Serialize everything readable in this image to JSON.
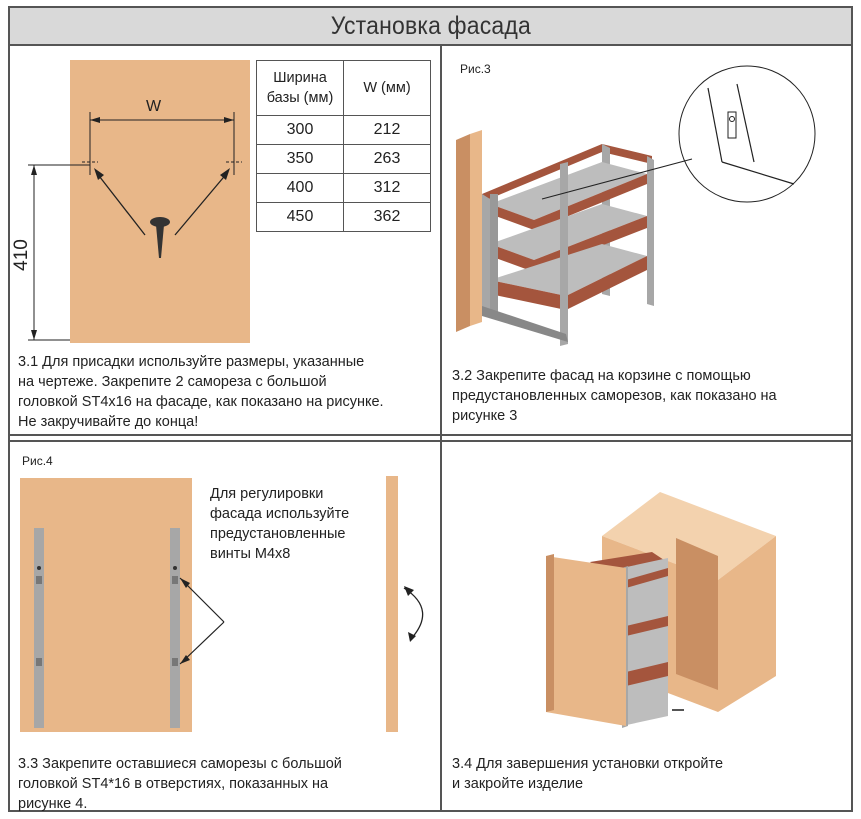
{
  "title": "Установка фасада",
  "panel1": {
    "label_w": "W",
    "label_height": "410",
    "table": {
      "headers": [
        "Ширина базы (мм)",
        "W (мм)"
      ],
      "rows": [
        [
          "300",
          "212"
        ],
        [
          "350",
          "263"
        ],
        [
          "400",
          "312"
        ],
        [
          "450",
          "362"
        ]
      ]
    },
    "caption_lines": [
      "3.1 Для присадки используйте размеры, указанные",
      "на чертеже. Закрепите 2 самореза с большой",
      "головкой ST4x16 на фасаде, как показано на рисунке.",
      "Не закручивайте до конца!"
    ]
  },
  "panel2": {
    "fig_label": "Рис.3",
    "caption_lines": [
      "3.2 Закрепите фасад на корзине с помощью",
      "предустановленных саморезов, как показано на",
      "рисунке 3"
    ]
  },
  "panel3": {
    "fig_label": "Рис.4",
    "note_lines": [
      "Для регулировки",
      "фасада используйте",
      "предустановленные",
      "винты М4х8"
    ],
    "caption_lines": [
      "3.3 Закрепите оставшиеся саморезы с большой",
      "головкой ST4*16 в отверстиях, показанных на",
      "рисунке 4."
    ]
  },
  "panel4": {
    "caption_lines": [
      "3.4 Для завершения установки откройте",
      "и закройте изделие"
    ]
  },
  "colors": {
    "panel_wood": "#e8b789",
    "wood_dark": "#c98f63",
    "basket_brown": "#a4553d",
    "rail_gray": "#a7a7a7",
    "border": "#555555"
  }
}
